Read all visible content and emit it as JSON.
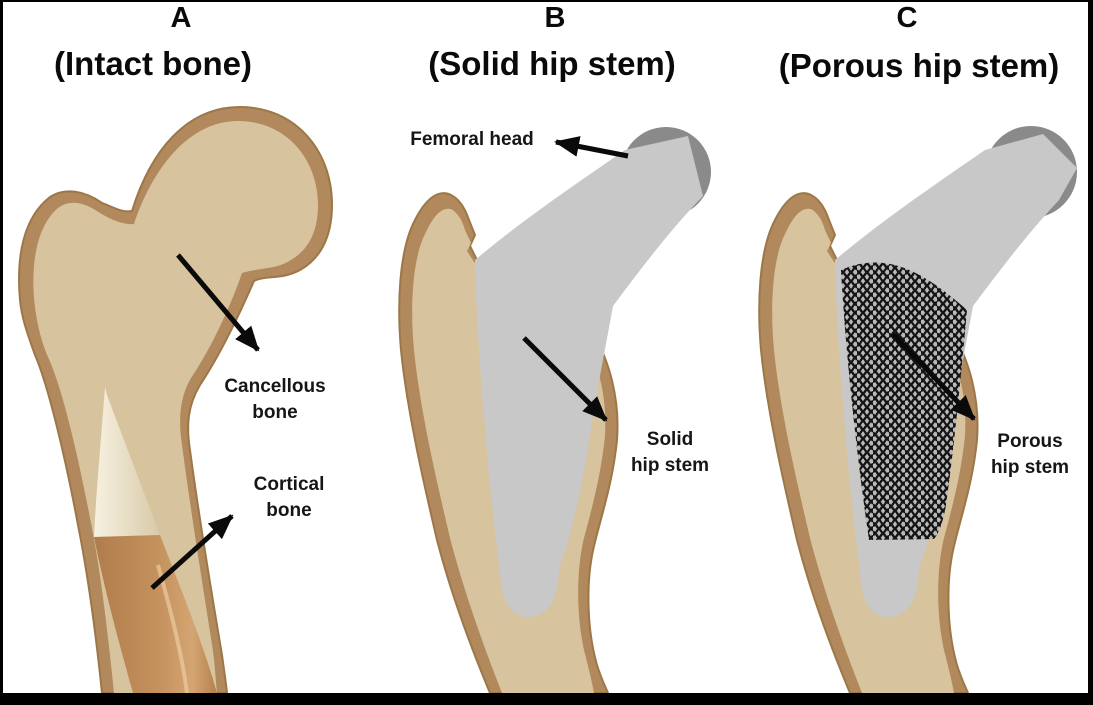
{
  "figure": {
    "panels": {
      "a": {
        "letter": "A",
        "caption": "(Intact bone)",
        "labels": {
          "cancellous": {
            "line1": "Cancellous",
            "line2": "bone"
          },
          "cortical": {
            "line1": "Cortical",
            "line2": "bone"
          }
        }
      },
      "b": {
        "letter": "B",
        "caption": "(Solid hip stem)",
        "labels": {
          "femoral_head": "Femoral head",
          "stem": {
            "line1": "Solid",
            "line2": "hip stem"
          }
        }
      },
      "c": {
        "letter": "C",
        "caption": "(Porous hip stem)",
        "labels": {
          "stem": {
            "line1": "Porous",
            "line2": "hip stem"
          }
        }
      }
    },
    "colors": {
      "cortical_bone": "#b1895c",
      "cortical_edge": "#9c7748",
      "cancellous_bone": "#d7c49e",
      "implant_stem_gray": "#c8c8c8",
      "femoral_head_gray": "#8a8a8a",
      "medullary_ivory": "#ece4d0",
      "shaft_copper": "#c18f60",
      "porous_lattice_black": "#141414",
      "arrow": "#0a0a0a",
      "background": "#ffffff",
      "frame": "#000000"
    }
  }
}
